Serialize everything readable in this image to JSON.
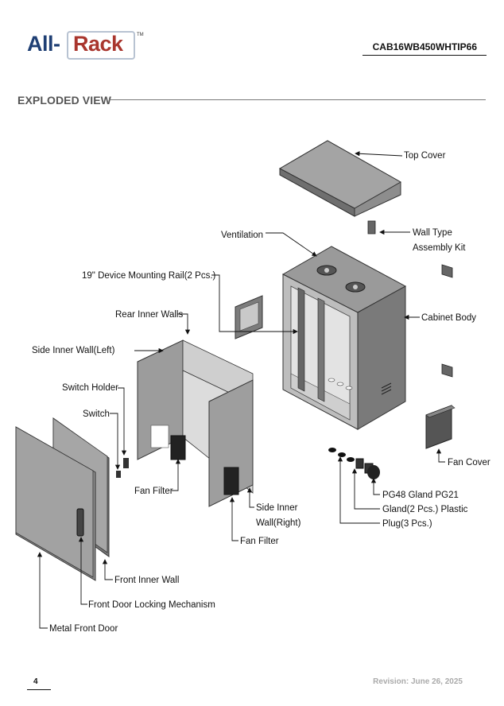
{
  "header": {
    "logo_all": "All-",
    "logo_rack": "Rack",
    "logo_tm": "TM",
    "model": "CAB16WB450WHTIP66"
  },
  "section_title": "EXPLODED VIEW",
  "labels": {
    "top_cover": "Top Cover",
    "wall_type": "Wall Type",
    "assembly_kit": "Assembly Kit",
    "ventilation": "Ventilation",
    "mounting_rail": "19\" Device Mounting Rail(2 Pcs.)",
    "rear_inner_walls": "Rear Inner Walls",
    "cabinet_body": "Cabinet Body",
    "side_inner_wall_left": "Side Inner Wall(Left)",
    "switch_holder": "Switch Holder",
    "switch": "Switch",
    "fan_filter_1": "Fan Filter",
    "side_inner": "Side Inner",
    "wall_right": "Wall(Right)",
    "fan_filter_2": "Fan Filter",
    "fan_cover": "Fan Cover",
    "pg48": "PG48 Gland PG21",
    "gland": "Gland(2 Pcs.) Plastic",
    "plug": "Plug(3 Pcs.)",
    "front_inner_wall": "Front Inner Wall",
    "front_door_lock": "Front Door Locking Mechanism",
    "metal_front_door": "Metal Front Door"
  },
  "footer": {
    "page_number": "4",
    "revision": "Revision: June 26, 2025"
  }
}
